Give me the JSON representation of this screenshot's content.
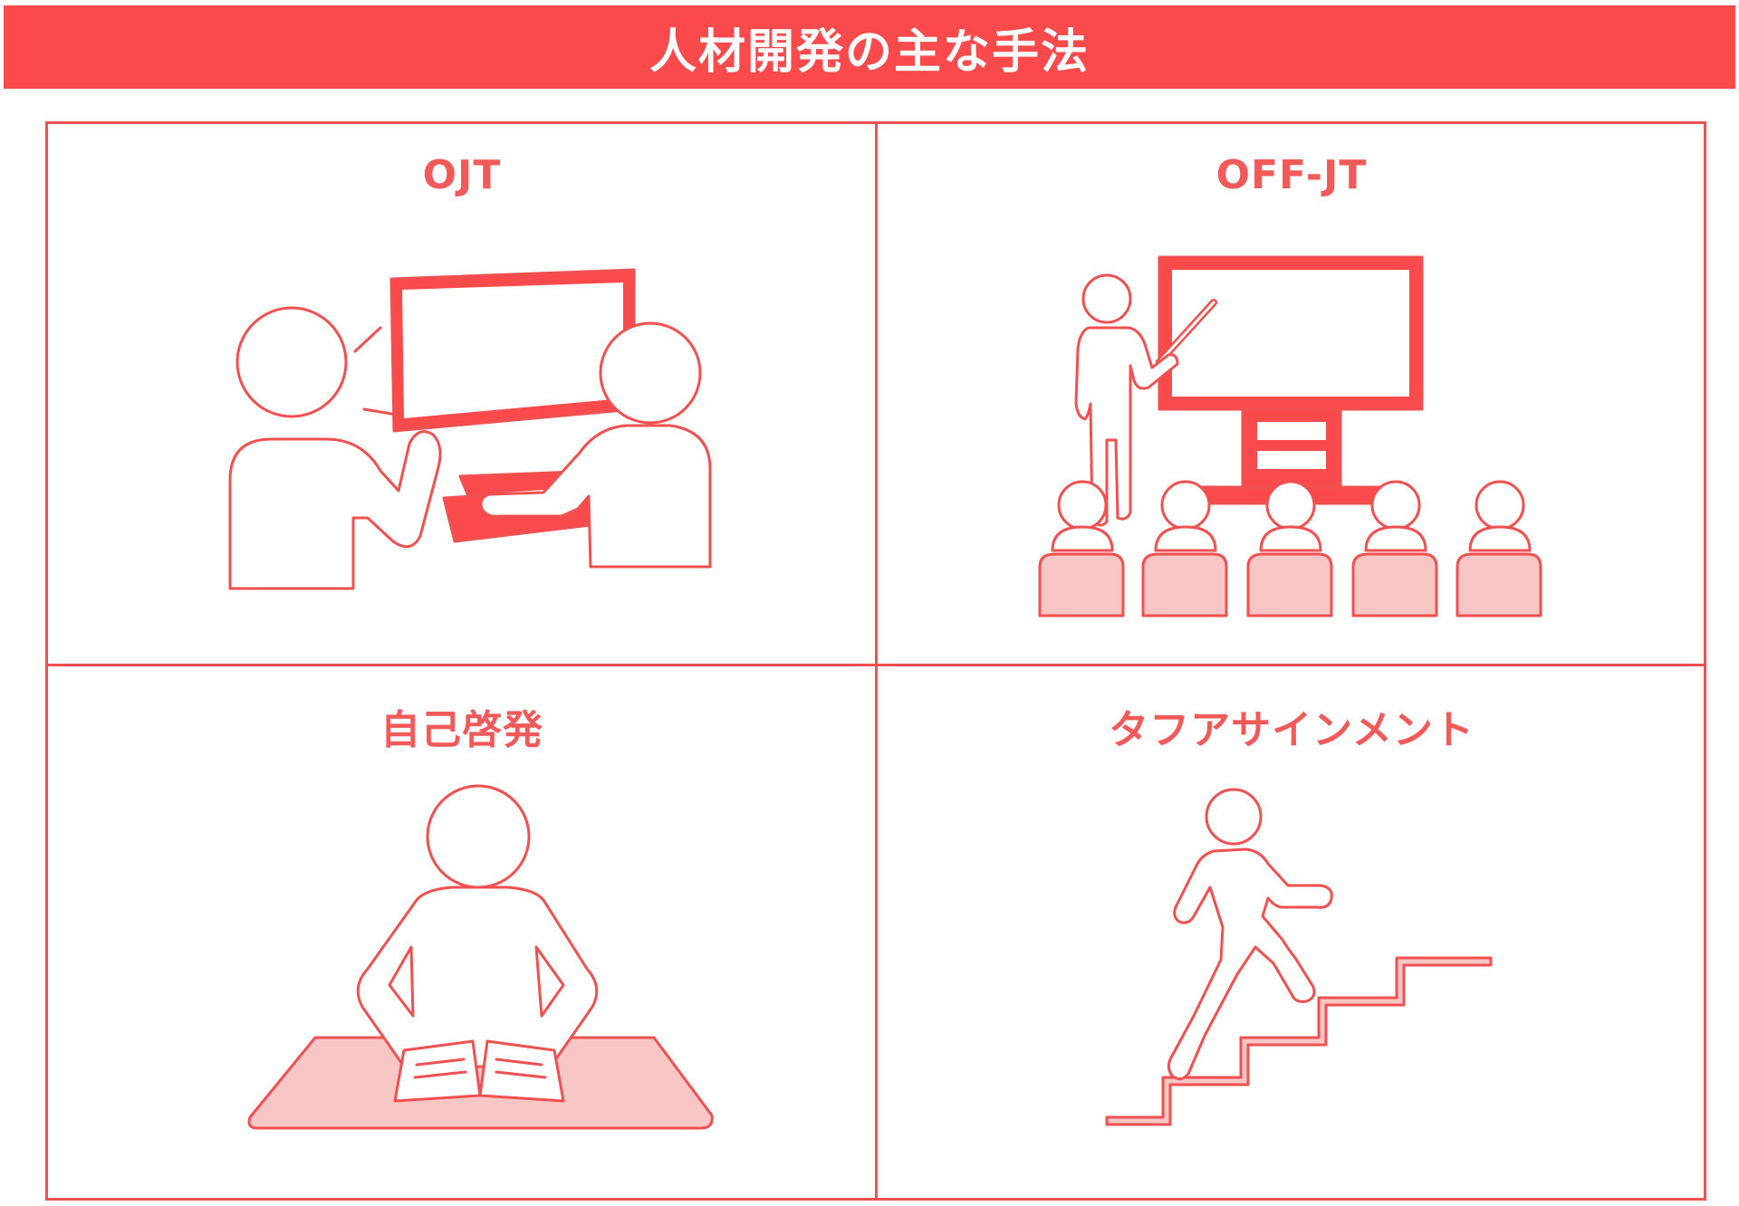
{
  "title": "人材開発の主な手法",
  "colors": {
    "accent": "#fb4a4b",
    "line": "#f05050",
    "fill_light": "#f9c6c6"
  },
  "methods": [
    {
      "label": "OJT",
      "icon": "two-people-at-monitor-icon"
    },
    {
      "label": "OFF-JT",
      "icon": "lecture-classroom-icon"
    },
    {
      "label": "自己啓発",
      "icon": "person-reading-book-icon"
    },
    {
      "label": "タフアサインメント",
      "icon": "person-climbing-stairs-icon"
    }
  ]
}
